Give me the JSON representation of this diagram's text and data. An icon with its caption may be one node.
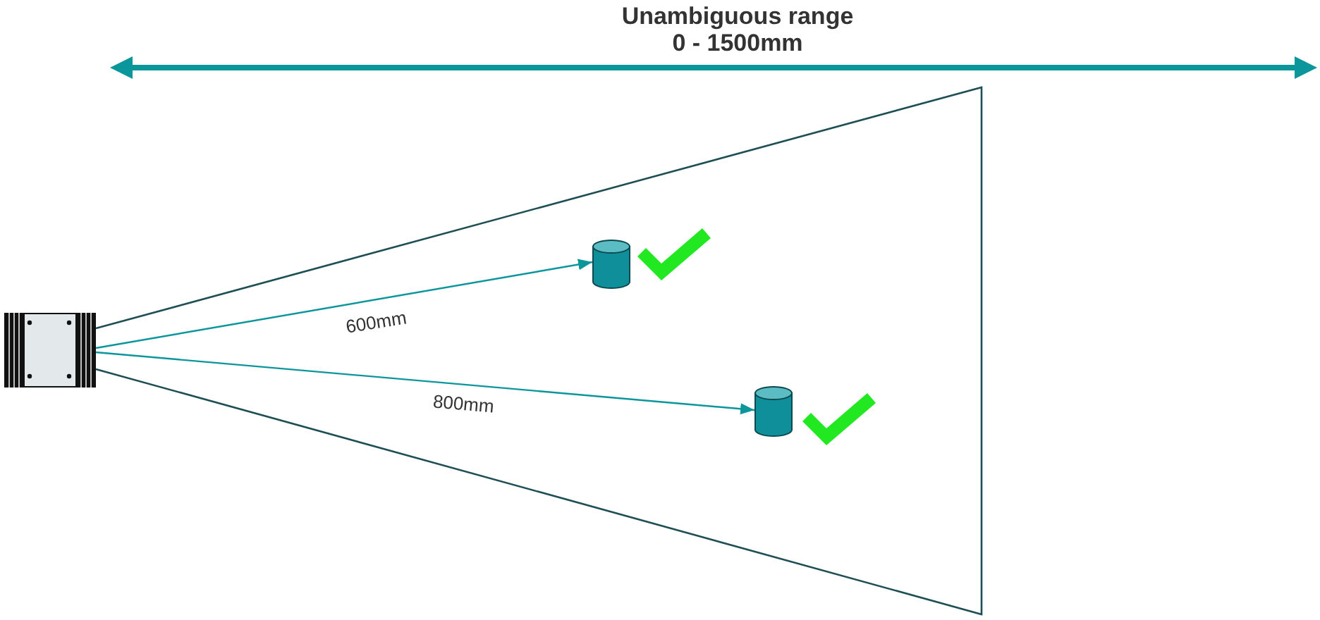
{
  "diagram": {
    "nodes": [
      {
        "text": [],
        "shape": "picture"
      },
      {
        "text": [],
        "shape": "cylinder"
      },
      {
        "text": [],
        "shape": "cylinder"
      }
    ],
    "edges": [
      {
        "from": 0,
        "to": 1,
        "arrow": "to",
        "label": "600mm"
      },
      {
        "from": 0,
        "to": 2,
        "arrow": "to",
        "label": "800mm"
      }
    ],
    "labels": [
      "Unambiguous range 0 - 1500mm"
    ]
  }
}
